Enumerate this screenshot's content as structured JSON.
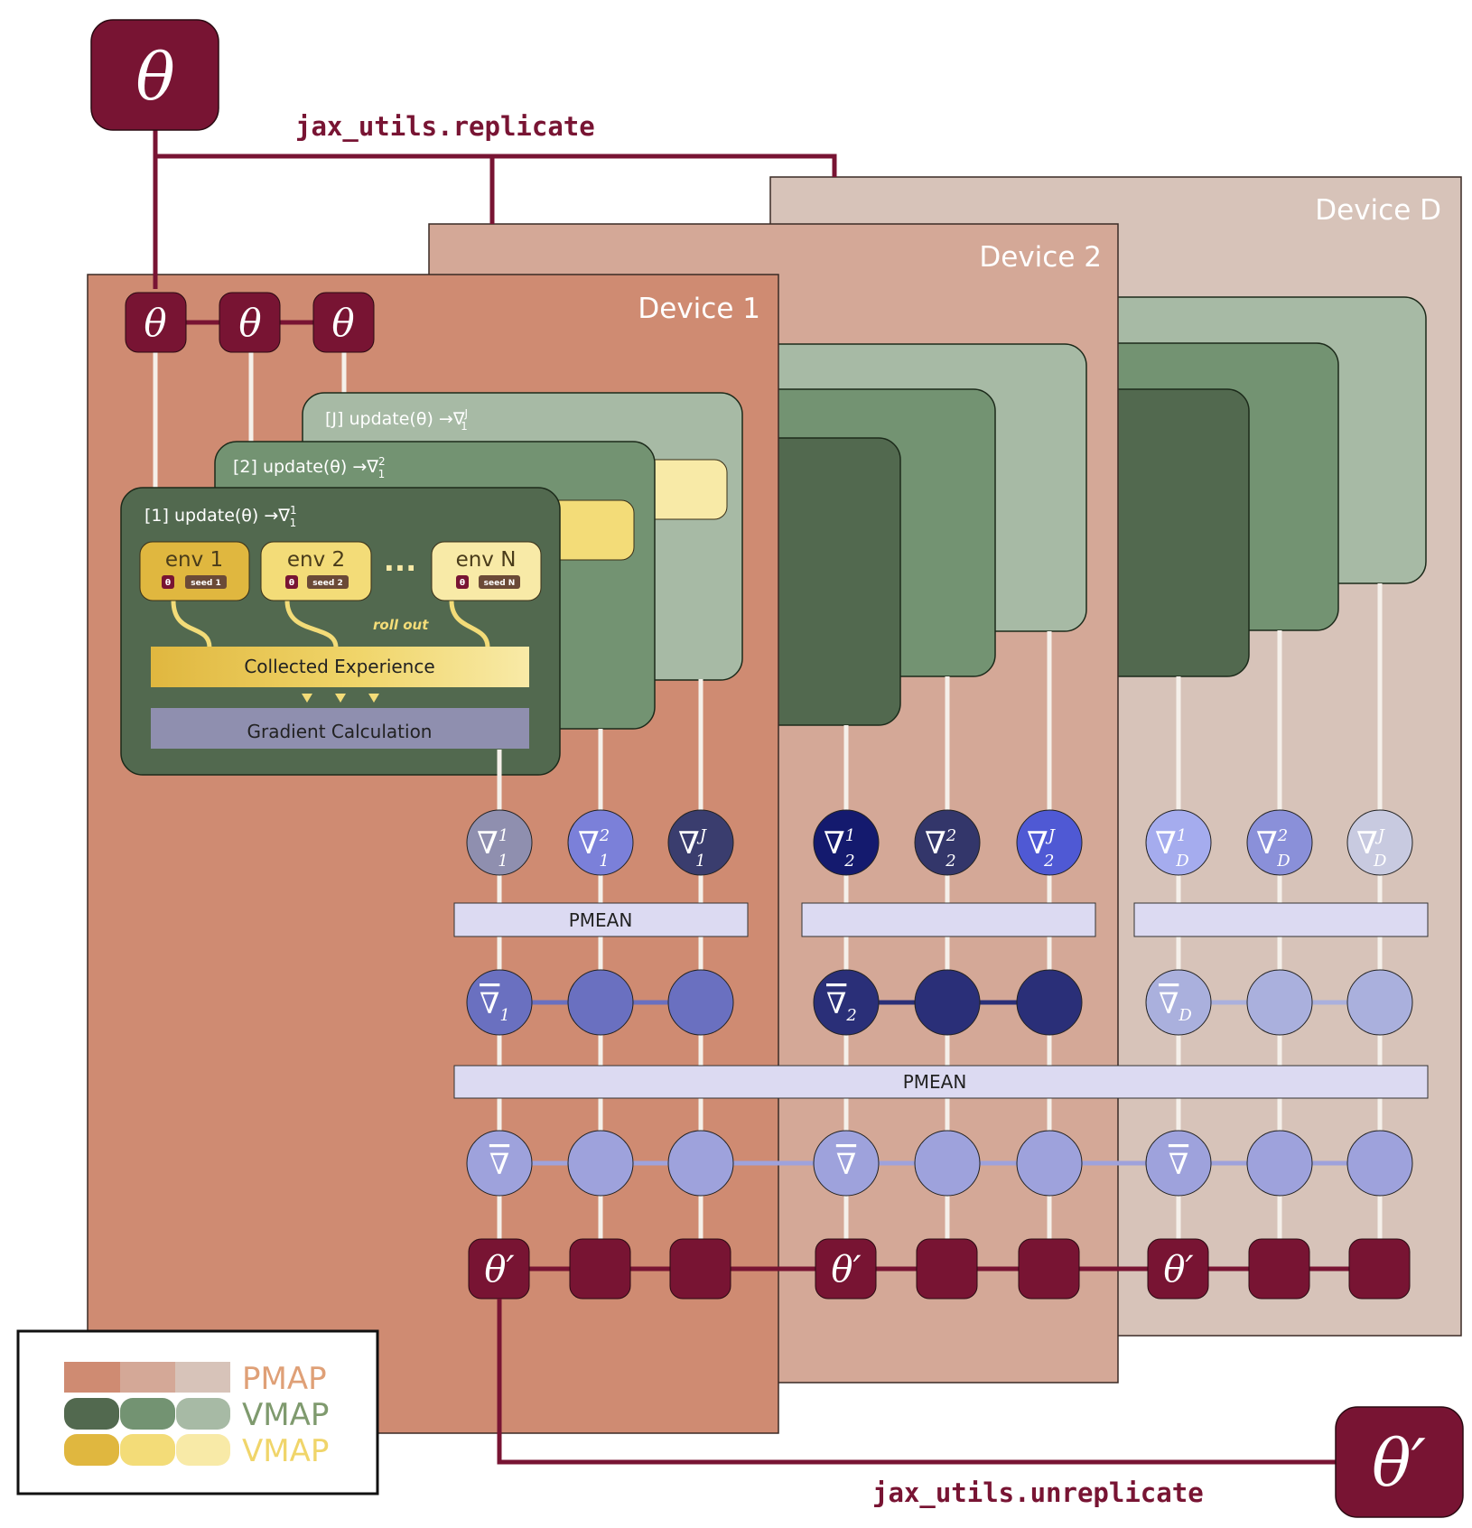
{
  "theta_symbol": "θ",
  "theta_prime_symbol": "θ′",
  "replicate_label": "jax_utils.replicate",
  "unreplicate_label": "jax_utils.unreplicate",
  "devices": [
    "Device 1",
    "Device 2",
    "Device D"
  ],
  "updates": {
    "u1": "[1] update(θ) →∇",
    "u1_sup": "1",
    "u1_sub": "1",
    "u2": "[2] update(θ) →∇",
    "u2_sup": "2",
    "u2_sub": "1",
    "uJ": "[J] update(θ) →∇",
    "uJ_sup": "J",
    "uJ_sub": "1"
  },
  "envs": [
    {
      "name": "env 1",
      "param": "θ",
      "seed": "seed 1"
    },
    {
      "name": "env 2",
      "param": "θ",
      "seed": "seed 2"
    },
    {
      "name": "env N",
      "param": "θ",
      "seed": "seed N"
    }
  ],
  "ellipsis": "...",
  "rollout_label": "roll out",
  "collected_label": "Collected Experience",
  "gradient_label": "Gradient Calculation",
  "pmean_label": "PMEAN",
  "pmean_all_label": "PMEAN",
  "grad_nodes": [
    {
      "sup": "1",
      "sub": "1"
    },
    {
      "sup": "2",
      "sub": "1"
    },
    {
      "sup": "J",
      "sub": "1"
    },
    {
      "sup": "1",
      "sub": "2"
    },
    {
      "sup": "2",
      "sub": "2"
    },
    {
      "sup": "J",
      "sub": "2"
    },
    {
      "sup": "1",
      "sub": "D"
    },
    {
      "sup": "2",
      "sub": "D"
    },
    {
      "sup": "J",
      "sub": "D"
    }
  ],
  "mean_nodes": [
    "1",
    "2",
    "D"
  ],
  "nabla": "∇",
  "legend": {
    "pmap": "PMAP",
    "vmap1": "VMAP",
    "vmap2": "VMAP"
  },
  "colors": {
    "maroon": "#781433",
    "device1": "#cf8b72",
    "device2": "#d4a897",
    "deviceD": "#d7c3b9",
    "green_dark": "#52694f",
    "green_mid": "#739372",
    "green_light": "#a7baa5",
    "yellow_dark": "#e0b73f",
    "yellow_mid": "#f3dc78",
    "yellow_light": "#f8eaa7",
    "pmean_box": "#dcdaf2",
    "grad_calc": "#8f8faf"
  }
}
